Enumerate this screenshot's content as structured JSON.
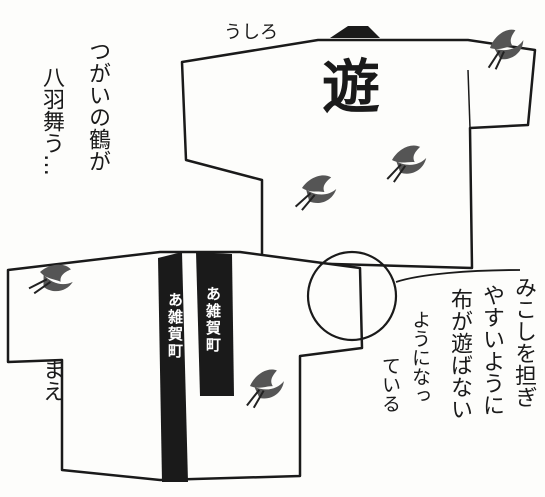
{
  "labels": {
    "back": "うしろ",
    "front": "まえ"
  },
  "back_crest": "遊",
  "collar_text": {
    "right": "あ雑賀町",
    "left": "あ雑賀町"
  },
  "caption_left": {
    "col1": "つがいの鶴が",
    "col2": "八羽舞う…"
  },
  "caption_right": {
    "col1": "みこしを担ぎ",
    "col2": "やすいように",
    "col3": "布が遊ばない",
    "col4": "ようになっ",
    "col5": "ている"
  },
  "icons": [
    "crane-icon"
  ],
  "colors": {
    "ink": "#1a1a1a",
    "crane": "#555555",
    "paper": "#fdfdfb"
  }
}
